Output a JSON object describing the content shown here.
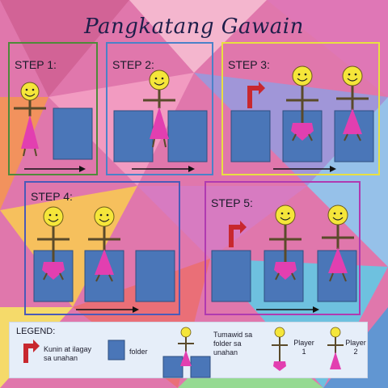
{
  "title": "Pangkatang Gawain",
  "steps": [
    {
      "label": "STEP 1:"
    },
    {
      "label": "STEP 2:"
    },
    {
      "label": "STEP 3:"
    },
    {
      "label": "STEP 4:"
    },
    {
      "label": "STEP 5:"
    }
  ],
  "legend": {
    "title": "LEGEND:",
    "items": [
      {
        "text": "Kunin at ilagay sa unahan",
        "icon": "flag-icon"
      },
      {
        "text": "folder",
        "icon": "folder-icon"
      },
      {
        "text": "Tumawid sa folder sa unahan",
        "icon": "player-crossing-folder-icon"
      },
      {
        "text": "Player 1",
        "icon": "player-1-icon"
      },
      {
        "text": "Player 2",
        "icon": "player-2-icon"
      }
    ]
  },
  "colors": {
    "folder": "#4a76b8",
    "figure_body": "#e23fb0",
    "face": "#f5e63a",
    "flag": "#c8282e"
  }
}
